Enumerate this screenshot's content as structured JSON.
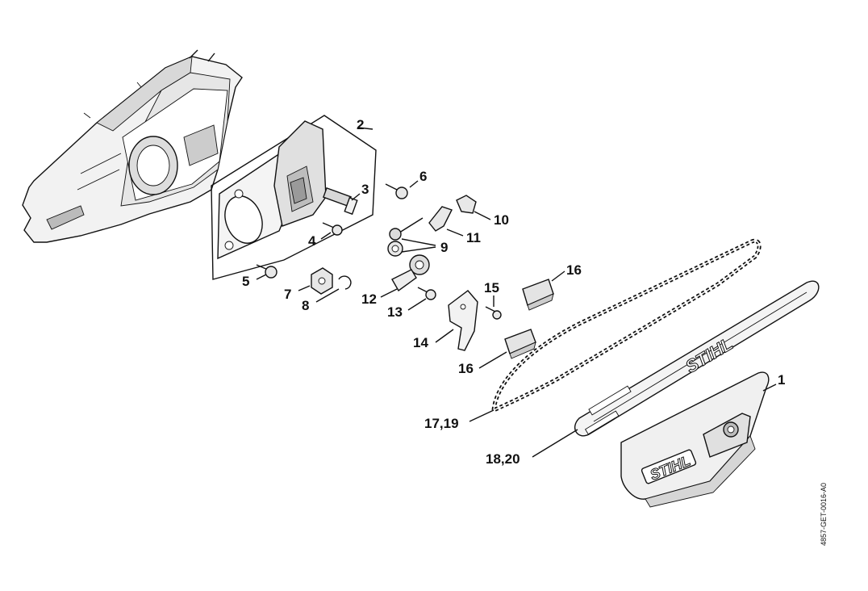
{
  "diagram": {
    "reference_code": "4857-GET-0016-A0",
    "logo_text": "STIHL",
    "callouts": [
      {
        "id": "c1",
        "label": "1"
      },
      {
        "id": "c2",
        "label": "2"
      },
      {
        "id": "c3",
        "label": "3"
      },
      {
        "id": "c4",
        "label": "4"
      },
      {
        "id": "c5",
        "label": "5"
      },
      {
        "id": "c6",
        "label": "6"
      },
      {
        "id": "c7",
        "label": "7"
      },
      {
        "id": "c8",
        "label": "8"
      },
      {
        "id": "c9",
        "label": "9"
      },
      {
        "id": "c10",
        "label": "10"
      },
      {
        "id": "c11",
        "label": "11"
      },
      {
        "id": "c12",
        "label": "12"
      },
      {
        "id": "c13",
        "label": "13"
      },
      {
        "id": "c14",
        "label": "14"
      },
      {
        "id": "c15",
        "label": "15"
      },
      {
        "id": "c16a",
        "label": "16"
      },
      {
        "id": "c16b",
        "label": "16"
      },
      {
        "id": "c1719",
        "label": "17,19"
      },
      {
        "id": "c1820",
        "label": "18,20"
      }
    ]
  },
  "colors": {
    "ink": "#111111",
    "part_fill": "#f2f2f2",
    "part_shade": "#c8c8c8",
    "background": "#ffffff"
  }
}
